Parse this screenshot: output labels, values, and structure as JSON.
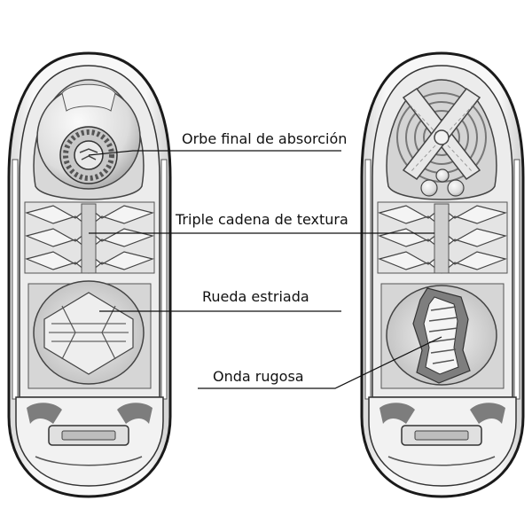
{
  "labels": {
    "orb": "Orbe final de absorción",
    "chain": "Triple cadena de textura",
    "wheel": "Rueda estriada",
    "wave": "Onda rugosa"
  },
  "colors": {
    "outline": "#1a1a1a",
    "shell": "#f6f6f6",
    "inner": "#e2e2e2",
    "shade": "#bdbdbd",
    "dark": "#8a8a8a",
    "leader": "#111111"
  }
}
